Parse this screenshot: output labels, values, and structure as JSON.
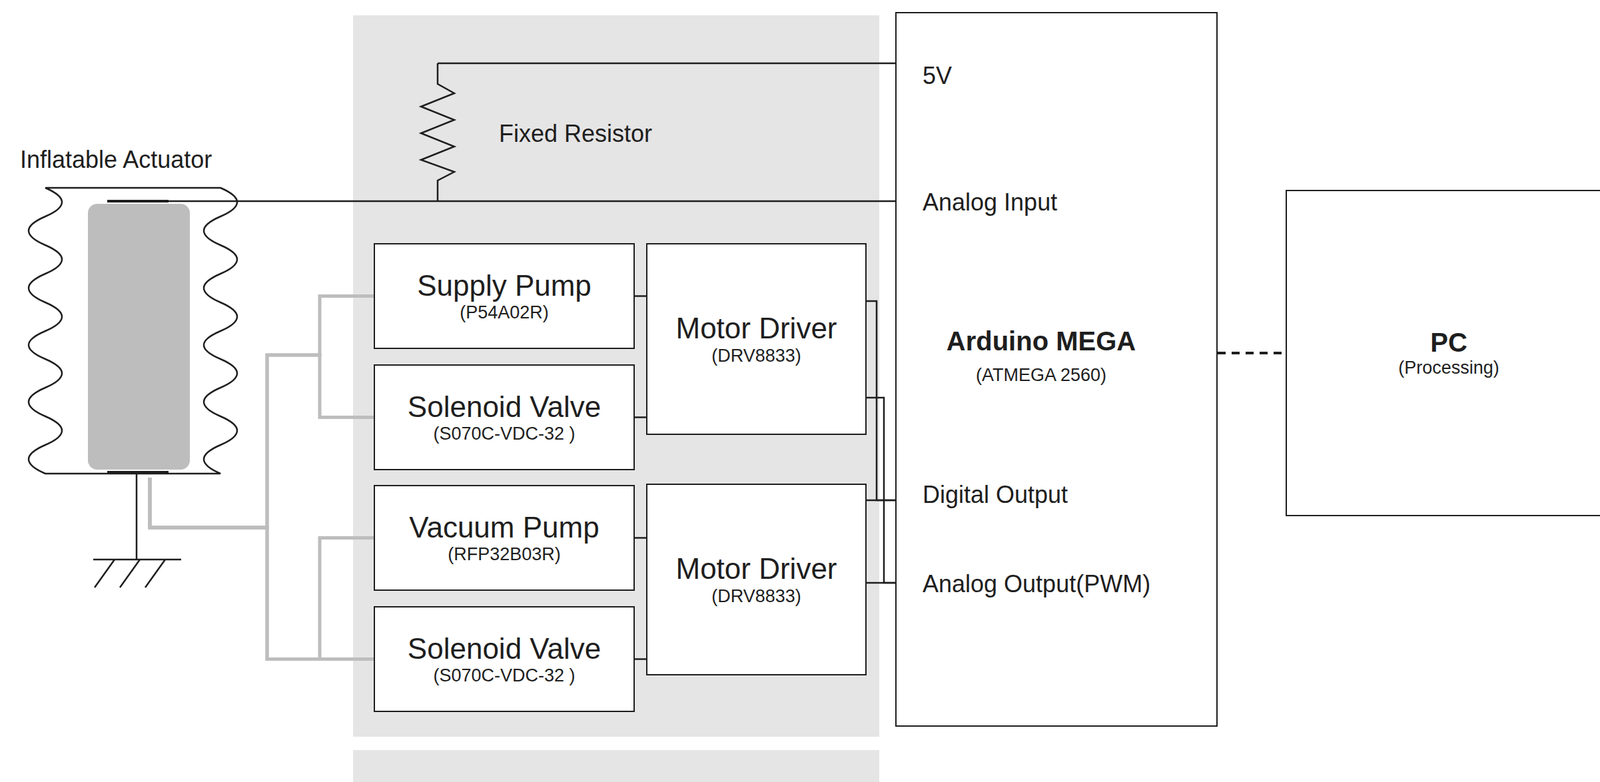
{
  "diagram": {
    "nodes": [
      {
        "text": [
          "Inflatable Actuator"
        ]
      },
      {
        "text": [
          "Supply Pump",
          "(P54A02R)"
        ]
      },
      {
        "text": [
          "Solenoid Valve",
          "(S070C-VDC-32 )"
        ]
      },
      {
        "text": [
          "Vacuum Pump",
          "(RFP32B03R)"
        ]
      },
      {
        "text": [
          "Solenoid Valve",
          "(S070C-VDC-32 )"
        ]
      },
      {
        "text": [
          "Motor Driver",
          "(DRV8833)"
        ]
      },
      {
        "text": [
          "Motor Driver",
          "(DRV8833)"
        ]
      },
      {
        "text": [
          "5V",
          "Analog Input",
          "Arduino MEGA",
          "(ATMEGA 2560)",
          "Digital Output",
          "Analog Output(PWM)"
        ]
      },
      {
        "text": [
          "PC",
          "(Processing)"
        ]
      }
    ],
    "edges": [
      {
        "from": 0,
        "to": 1,
        "arrow": "none"
      },
      {
        "from": 0,
        "to": 2,
        "arrow": "none"
      },
      {
        "from": 0,
        "to": 3,
        "arrow": "none"
      },
      {
        "from": 0,
        "to": 4,
        "arrow": "none"
      },
      {
        "from": 0,
        "to": 7,
        "arrow": "none"
      },
      {
        "from": 1,
        "to": 5,
        "arrow": "none"
      },
      {
        "from": 2,
        "to": 5,
        "arrow": "none"
      },
      {
        "from": 3,
        "to": 6,
        "arrow": "none"
      },
      {
        "from": 4,
        "to": 6,
        "arrow": "none"
      },
      {
        "from": 5,
        "to": 7,
        "arrow": "none"
      },
      {
        "from": 6,
        "to": 7,
        "arrow": "none"
      },
      {
        "from": 7,
        "to": 8,
        "arrow": "none"
      }
    ],
    "labels": [
      "Fixed Resistor"
    ]
  }
}
